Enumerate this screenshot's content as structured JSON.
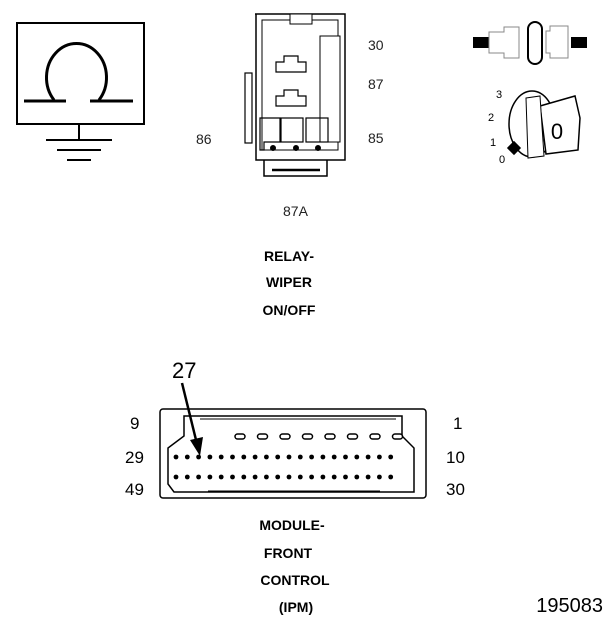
{
  "relay": {
    "pin_30": "30",
    "pin_87": "87",
    "pin_86": "86",
    "pin_85": "85",
    "pin_87a": "87A",
    "title_lines": [
      "RELAY-",
      "WIPER",
      "ON/OFF"
    ]
  },
  "ignition": {
    "positions": [
      "3",
      "2",
      "1",
      "0"
    ],
    "key_label": "0"
  },
  "module": {
    "callout_pin": "27",
    "left_pins": [
      "9",
      "29",
      "49"
    ],
    "right_pins": [
      "1",
      "10",
      "30"
    ],
    "title_lines": [
      "MODULE-",
      "FRONT",
      "CONTROL",
      "(IPM)"
    ]
  },
  "figure_number": "195083"
}
